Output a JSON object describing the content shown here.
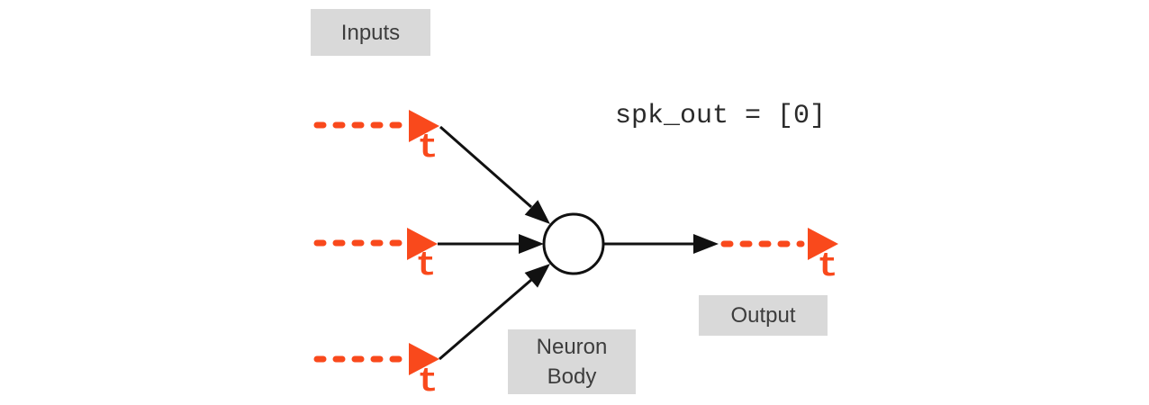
{
  "labels": {
    "inputs": "Inputs",
    "neuron_body": "Neuron Body",
    "output": "Output",
    "time_axis": "t",
    "code": "spk_out = [0]"
  },
  "colors": {
    "spike_train": "#f9491c",
    "wire": "#111111",
    "label_box_bg": "#d9d9d9",
    "label_box_text": "#3d3d3d",
    "code_text": "#2b2b2b"
  },
  "diagram": {
    "type": "spiking-neuron",
    "input_count": 3,
    "output_count": 1,
    "neuron_shape": "circle"
  }
}
